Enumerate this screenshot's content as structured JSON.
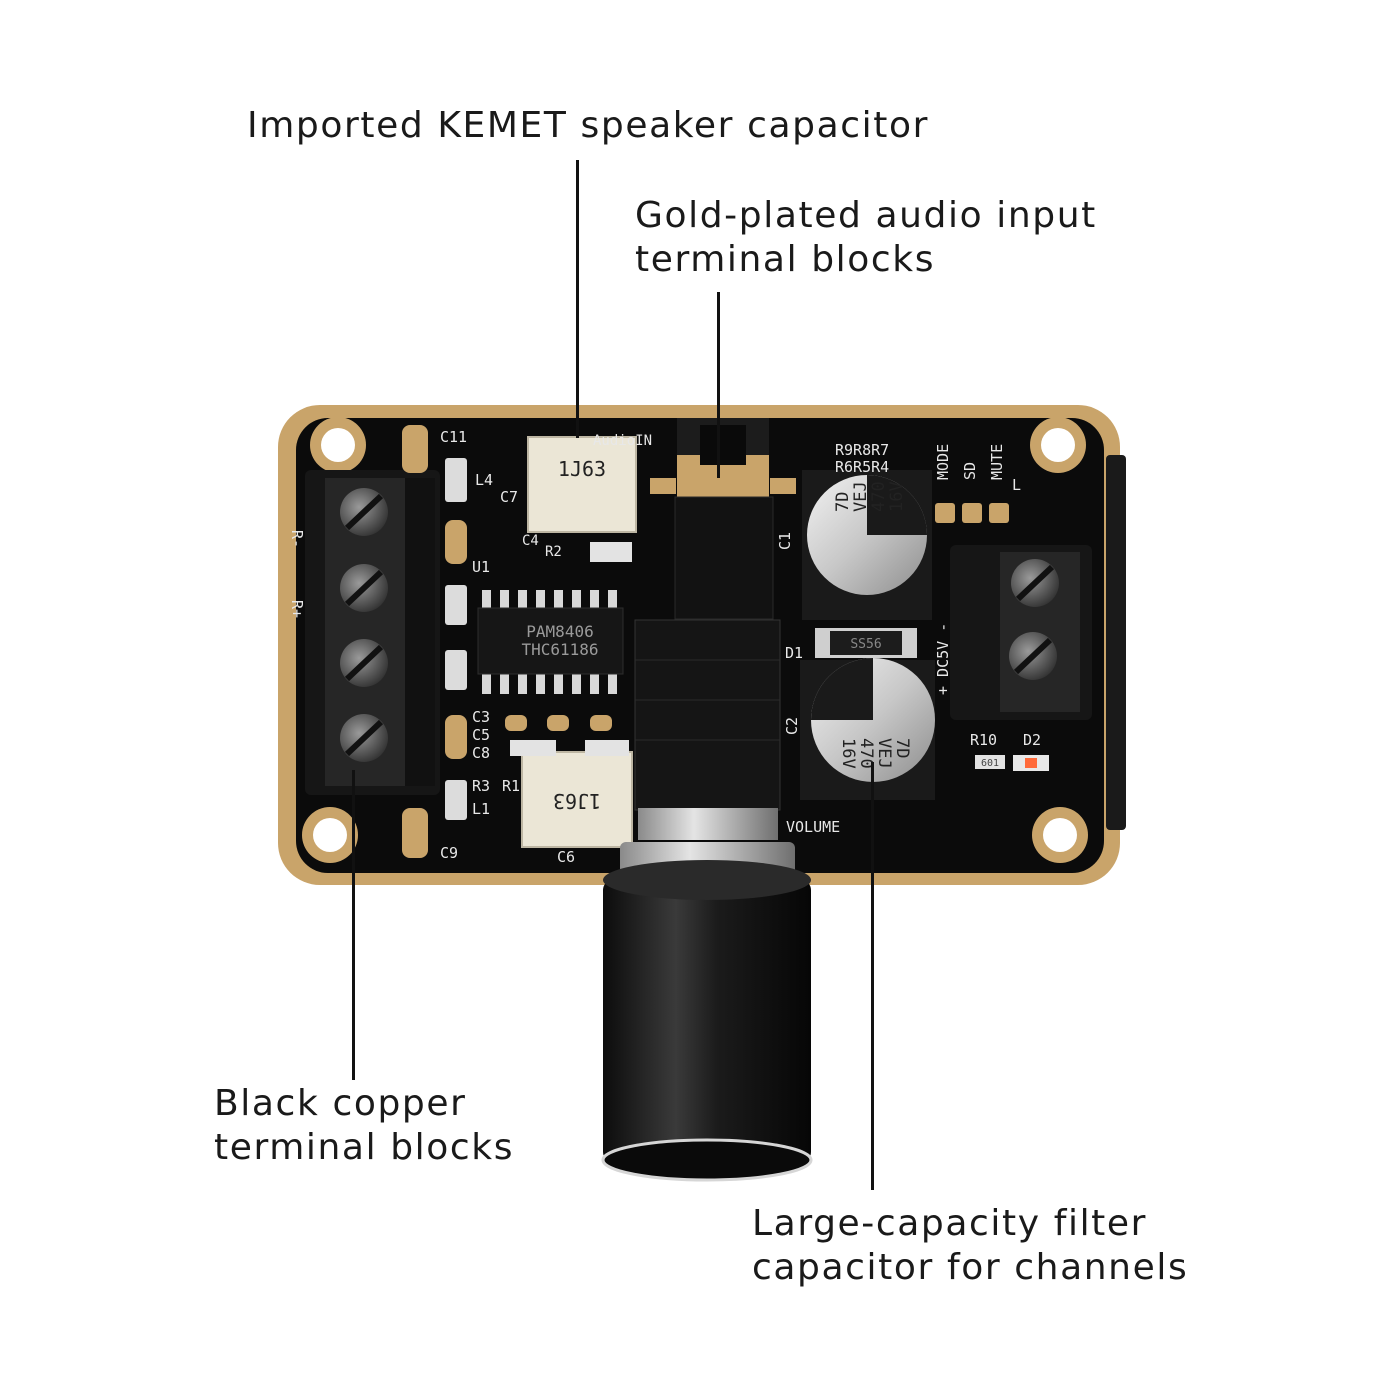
{
  "callouts": {
    "kemet": "Imported KEMET speaker capacitor",
    "gold_line1": "Gold-plated audio input",
    "gold_line2": "terminal blocks",
    "black_line1": "Black copper",
    "black_line2": "terminal blocks",
    "filter_line1": "Large-capacity filter",
    "filter_line2": "capacitor for channels"
  },
  "board": {
    "chip_line1": "PAM8406",
    "chip_line2": "THC61186",
    "cap_code_top": "1J63",
    "cap_code_bottom": "1J63",
    "elec_cap_top": [
      "7D",
      "VEJ",
      "470",
      "16V"
    ],
    "elec_cap_bottom": [
      "7D",
      "VEJ",
      "470",
      "16V"
    ],
    "silk": {
      "c11": "C11",
      "l4": "L4",
      "c7": "C7",
      "c4": "C4",
      "r2": "R2",
      "u1": "U1",
      "c3": "C3",
      "c5": "C5",
      "c8": "C8",
      "r3": "R3",
      "r1": "R1",
      "l1": "L1",
      "c9": "C9",
      "c6": "C6",
      "c1": "C1",
      "c2": "C2",
      "d1": "D1",
      "d2": "D2",
      "r10": "R10",
      "volume": "VOLUME",
      "audio_in": "AudioIN",
      "r9r8r7": "R9R8R7",
      "r6r5r4": "R6R5R4",
      "mode": "MODE",
      "sd": "SD",
      "mute": "MUTE",
      "l": "L",
      "r_minus": "R-",
      "r_plus": "R+",
      "dc5v": "+ DC5V -",
      "diode": "SS56",
      "led_code": "601"
    }
  }
}
